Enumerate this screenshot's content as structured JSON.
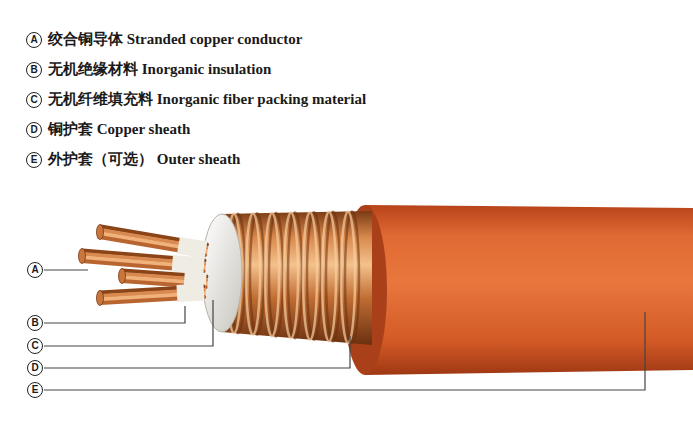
{
  "diagram": {
    "labels": [
      "A",
      "绞合铜导体 Stranded copper conductor",
      "B",
      "无机绝缘材料 Inorganic insulation",
      "C",
      "无机纤维填充料 Inorganic fiber packing material",
      "D",
      "铜护套 Copper sheath",
      "E",
      "外护套（可选） Outer sheath",
      "A",
      "B",
      "C",
      "D",
      "E"
    ]
  }
}
